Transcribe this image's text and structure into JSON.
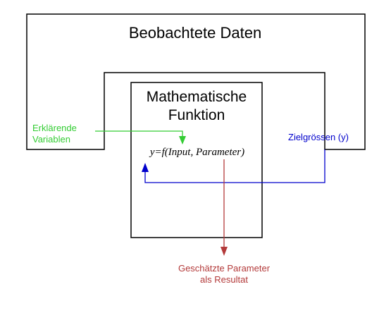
{
  "outer_box": {
    "title": "Beobachtete Daten"
  },
  "inner_box": {
    "title_line1": "Mathematische",
    "title_line2": "Funktion"
  },
  "formula": {
    "text": "y=f(Input, Parameter)"
  },
  "input_label": {
    "line1": "Erklärende",
    "line2": "Variablen"
  },
  "target_label": {
    "text": "Zielgrössen (y)"
  },
  "result_label": {
    "line1": "Geschätzte Parameter",
    "line2": "als Resultat"
  },
  "colors": {
    "box_stroke": "#000000",
    "input_arrow": "#33cc33",
    "target_arrow": "#0000cc",
    "result_arrow": "#b33a3a",
    "text": "#000000"
  }
}
